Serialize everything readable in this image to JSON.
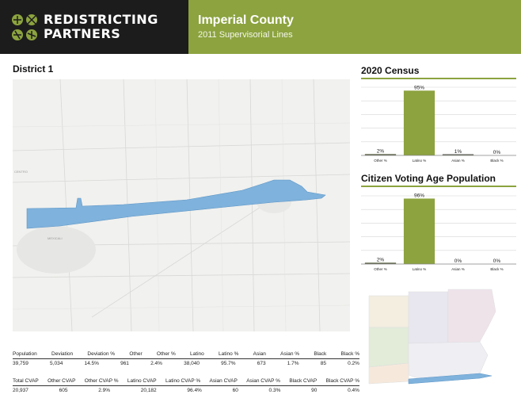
{
  "header": {
    "brand_line1": "REDISTRICTING",
    "brand_line2": "PARTNERS",
    "title": "Imperial County",
    "subtitle": "2011 Supervisorial Lines"
  },
  "district": {
    "title": "District 1"
  },
  "map_labels": {
    "mexicali": "MEXICALI",
    "centro": "CENTRO"
  },
  "stats_table_1": {
    "headers": [
      "Population",
      "Deviation",
      "Deviation %",
      "Other",
      "Other %",
      "Latino",
      "Latino %",
      "Asian",
      "Asian %",
      "Black",
      "Black %"
    ],
    "values": [
      "39,759",
      "5,034",
      "14.5%",
      "961",
      "2.4%",
      "38,040",
      "95.7%",
      "673",
      "1.7%",
      "85",
      "0.2%"
    ]
  },
  "stats_table_2": {
    "headers": [
      "Total CVAP",
      "Other CVAP",
      "Other CVAP %",
      "Latino CVAP",
      "Latino CVAP %",
      "Asian CVAP",
      "Asian CVAP %",
      "Black CVAP",
      "Black CVAP %"
    ],
    "values": [
      "20,937",
      "605",
      "2.9%",
      "20,182",
      "96.4%",
      "60",
      "0.3%",
      "90",
      "0.4%"
    ]
  },
  "chart_data": [
    {
      "type": "bar",
      "title": "2020 Census",
      "categories": [
        "Other %",
        "Latino %",
        "Asian %",
        "Black %"
      ],
      "values": [
        2,
        95,
        1,
        0
      ],
      "value_labels": [
        "2%",
        "95%",
        "1%",
        "0%"
      ],
      "ylim": [
        0,
        100
      ],
      "color": "#8ca33f"
    },
    {
      "type": "bar",
      "title": "Citizen Voting Age Population",
      "categories": [
        "Other %",
        "Latino %",
        "Asian %",
        "Black %"
      ],
      "values": [
        2,
        96,
        0,
        0
      ],
      "value_labels": [
        "2%",
        "96%",
        "0%",
        "0%"
      ],
      "ylim": [
        0,
        100
      ],
      "color": "#8ca33f"
    }
  ],
  "colors": {
    "accent": "#8ca33f",
    "brand_bg": "#1c1c1c",
    "district_fill": "#7fb2dc",
    "map_bg": "#f1f1ef"
  }
}
